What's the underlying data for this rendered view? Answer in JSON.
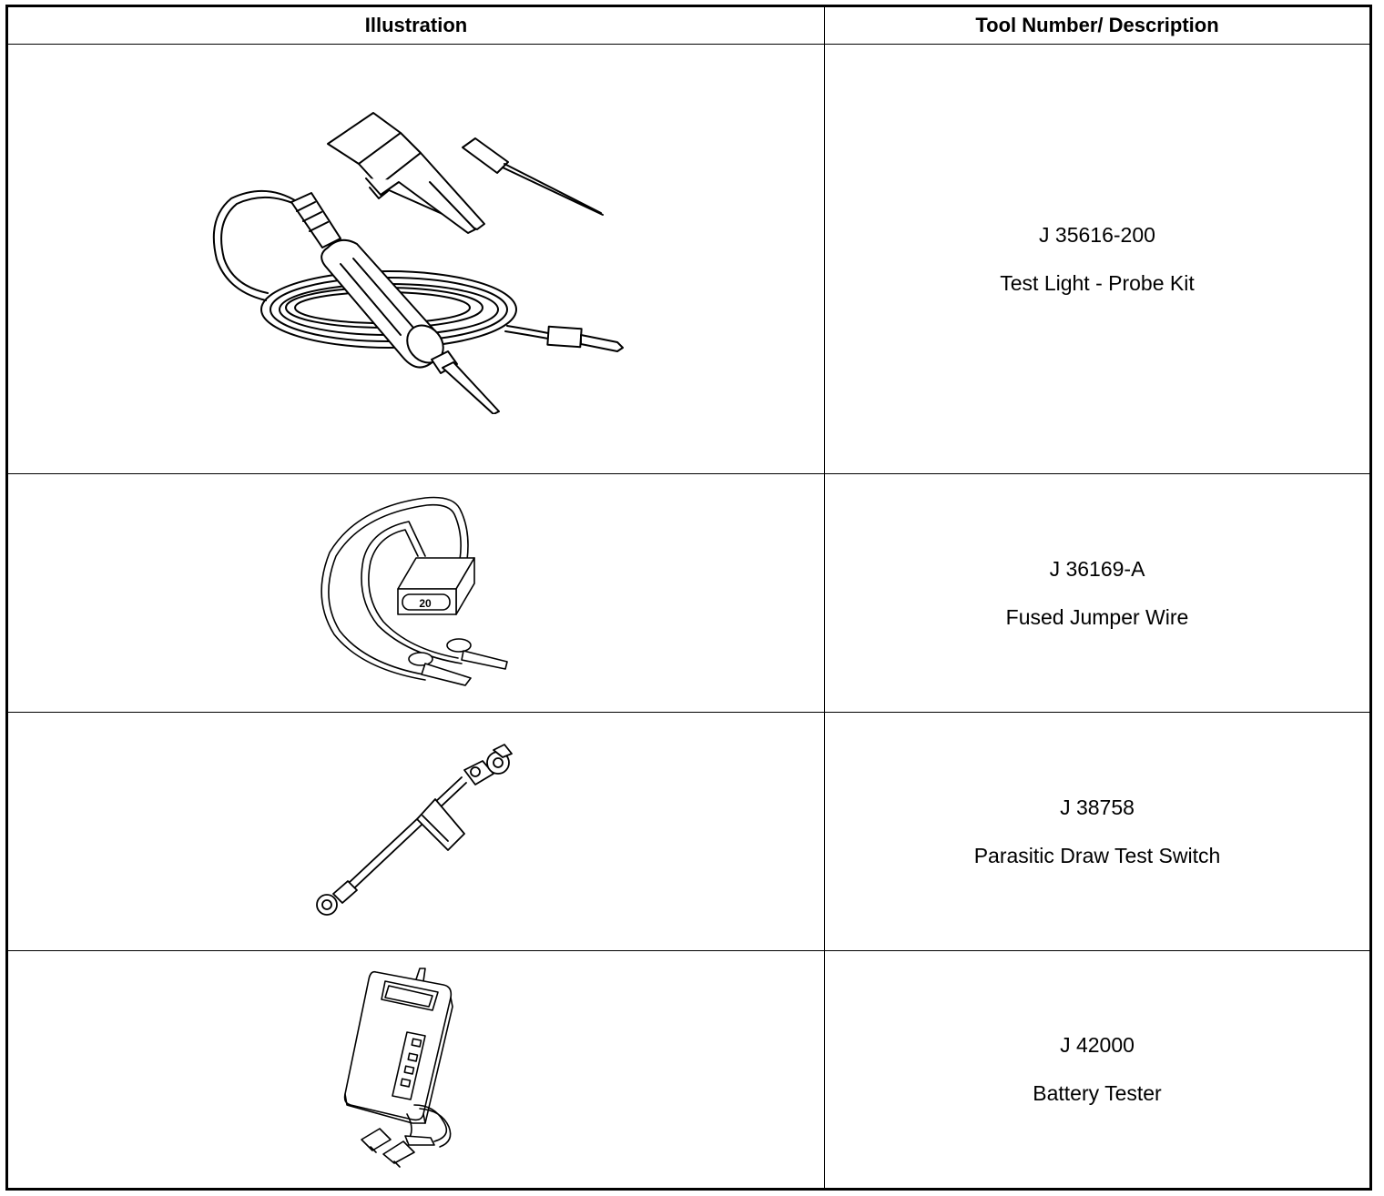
{
  "table": {
    "headers": {
      "illustration": "Illustration",
      "tool": "Tool Number/ Description"
    },
    "rows": [
      {
        "number": "J 35616-200",
        "description": "Test Light - Probe Kit",
        "icon": "test-light-probe-kit-illustration"
      },
      {
        "number": "J 36169-A",
        "description": "Fused Jumper Wire",
        "fuse_label": "20",
        "icon": "fused-jumper-wire-illustration"
      },
      {
        "number": "J 38758",
        "description": "Parasitic Draw Test Switch",
        "icon": "parasitic-draw-test-switch-illustration"
      },
      {
        "number": "J 42000",
        "description": "Battery Tester",
        "icon": "battery-tester-illustration"
      }
    ]
  }
}
